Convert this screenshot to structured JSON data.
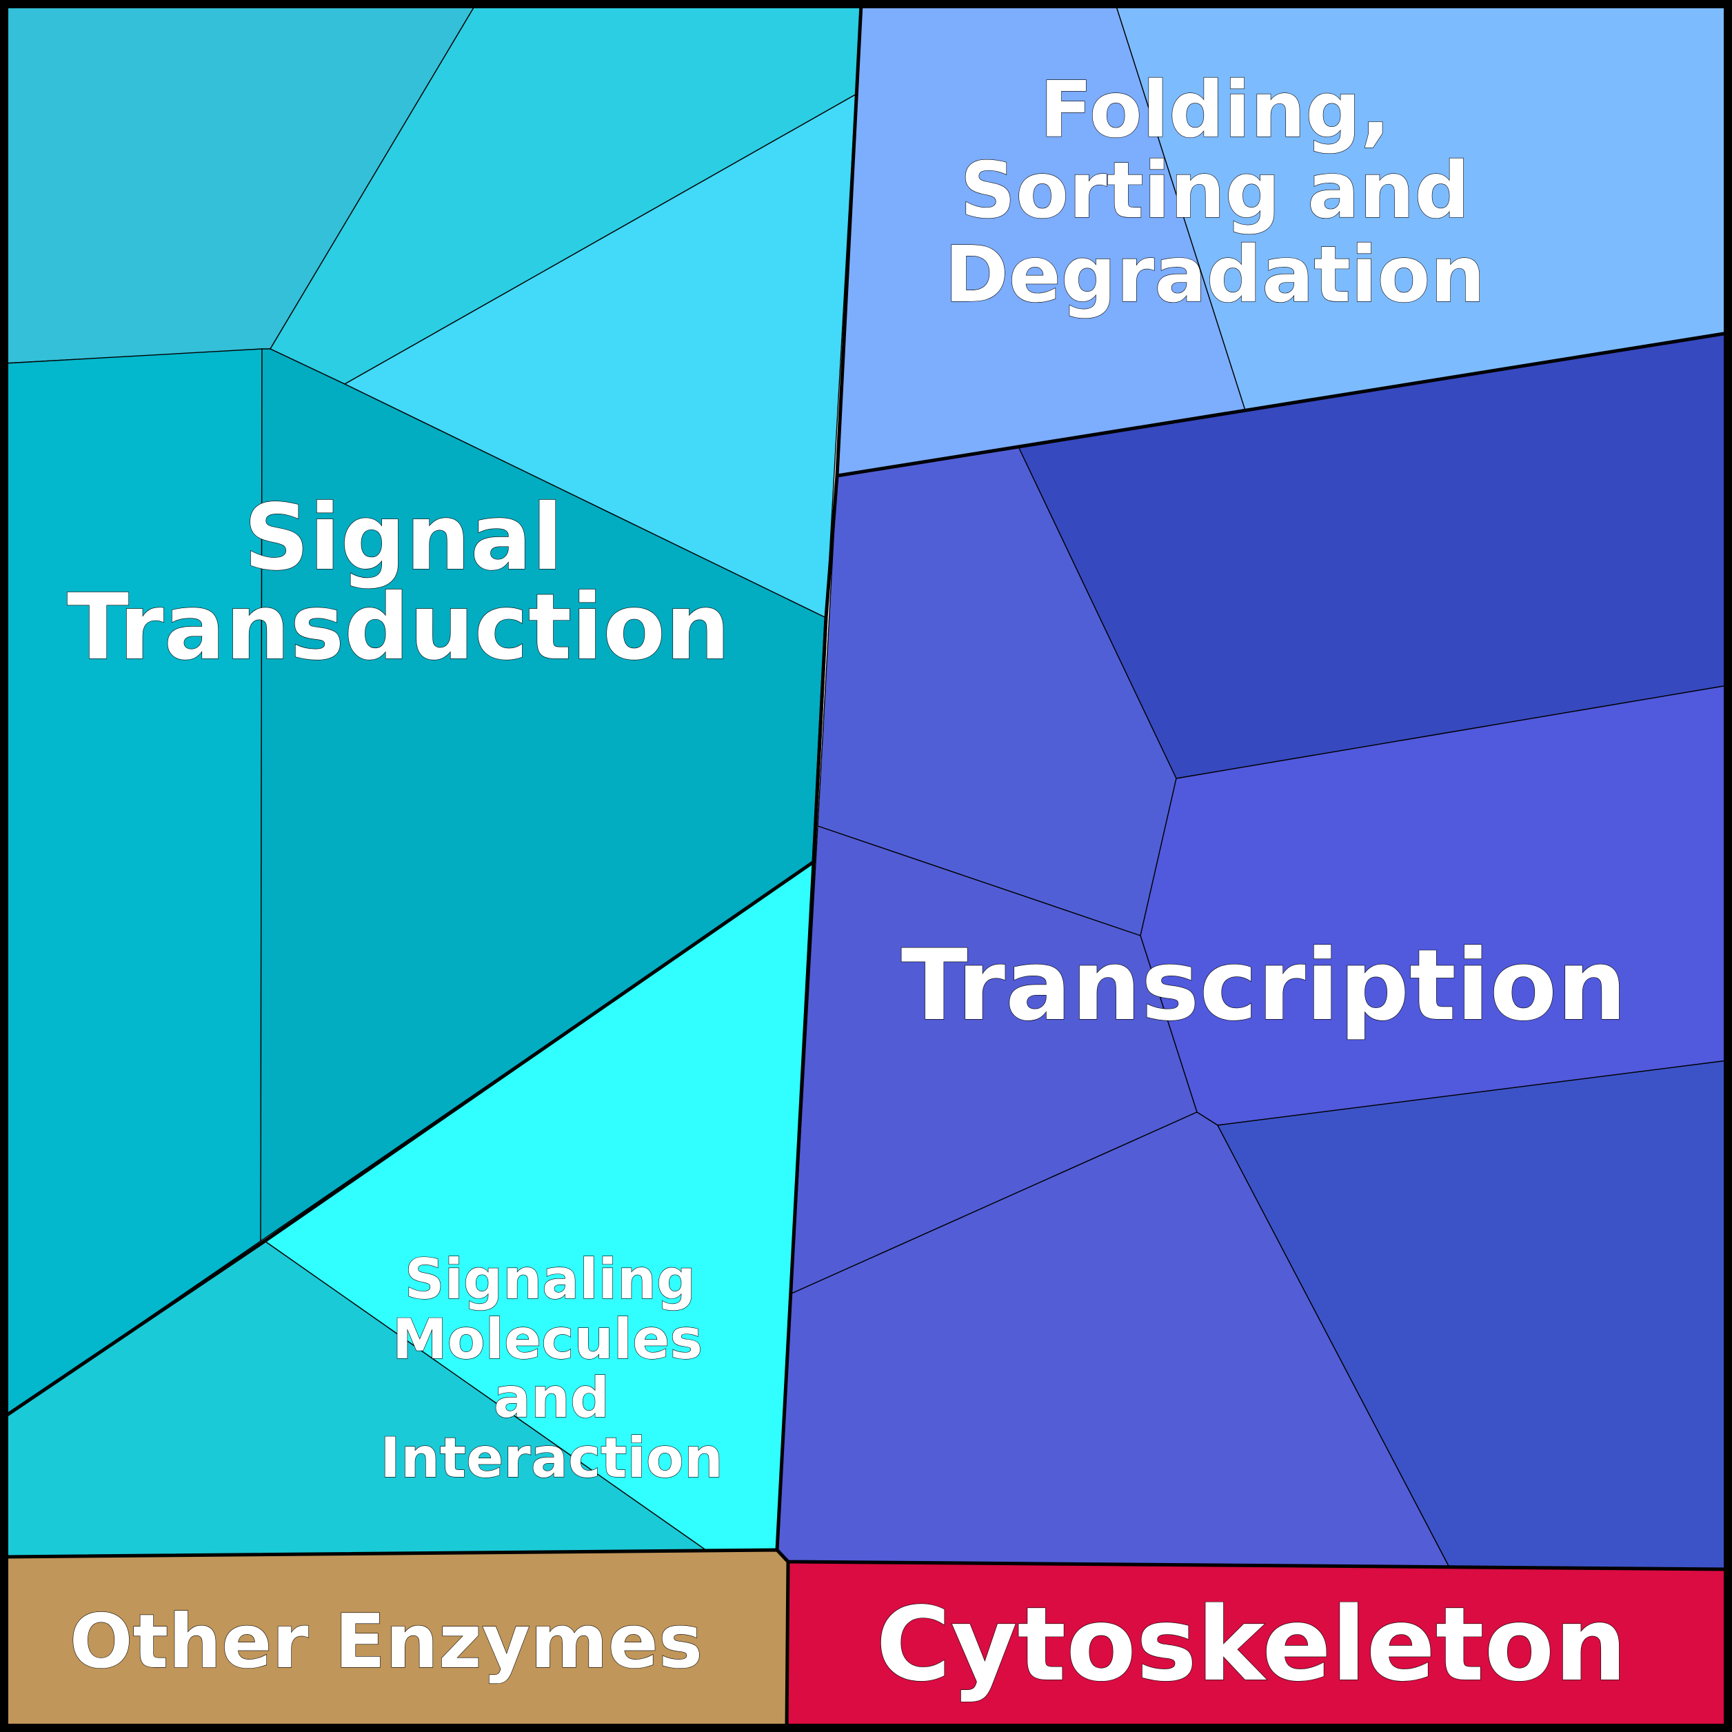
{
  "diagram": {
    "type": "voronoi-treemap",
    "groups": [
      {
        "key": "signal_transduction",
        "label_lines": [
          "Signal",
          "Transduction"
        ],
        "cell_colors": [
          "#33C0D8",
          "#2BCEE3",
          "#43D9F8",
          "#03B7CC",
          "#02ACC1"
        ]
      },
      {
        "key": "signaling_molecules",
        "label_lines": [
          "Signaling",
          "Molecules",
          "and",
          "Interaction"
        ],
        "cell_colors": [
          "#31FFFF",
          "#1BCAD7"
        ]
      },
      {
        "key": "folding_sorting",
        "label_lines": [
          "Folding,",
          "Sorting and",
          "Degradation"
        ],
        "cell_colors": [
          "#7DADFD",
          "#7DBBFF"
        ]
      },
      {
        "key": "transcription",
        "label_lines": [
          "Transcription"
        ],
        "cell_colors": [
          "#3749BF",
          "#515FD6",
          "#5159DC",
          "#525CD5",
          "#535DD6",
          "#3C53C7"
        ]
      },
      {
        "key": "other_enzymes",
        "label_lines": [
          "Other Enzymes"
        ],
        "cell_colors": [
          "#C1965A"
        ]
      },
      {
        "key": "cytoskeleton",
        "label_lines": [
          "Cytoskeleton"
        ],
        "cell_colors": [
          "#DA0C42"
        ]
      }
    ]
  }
}
